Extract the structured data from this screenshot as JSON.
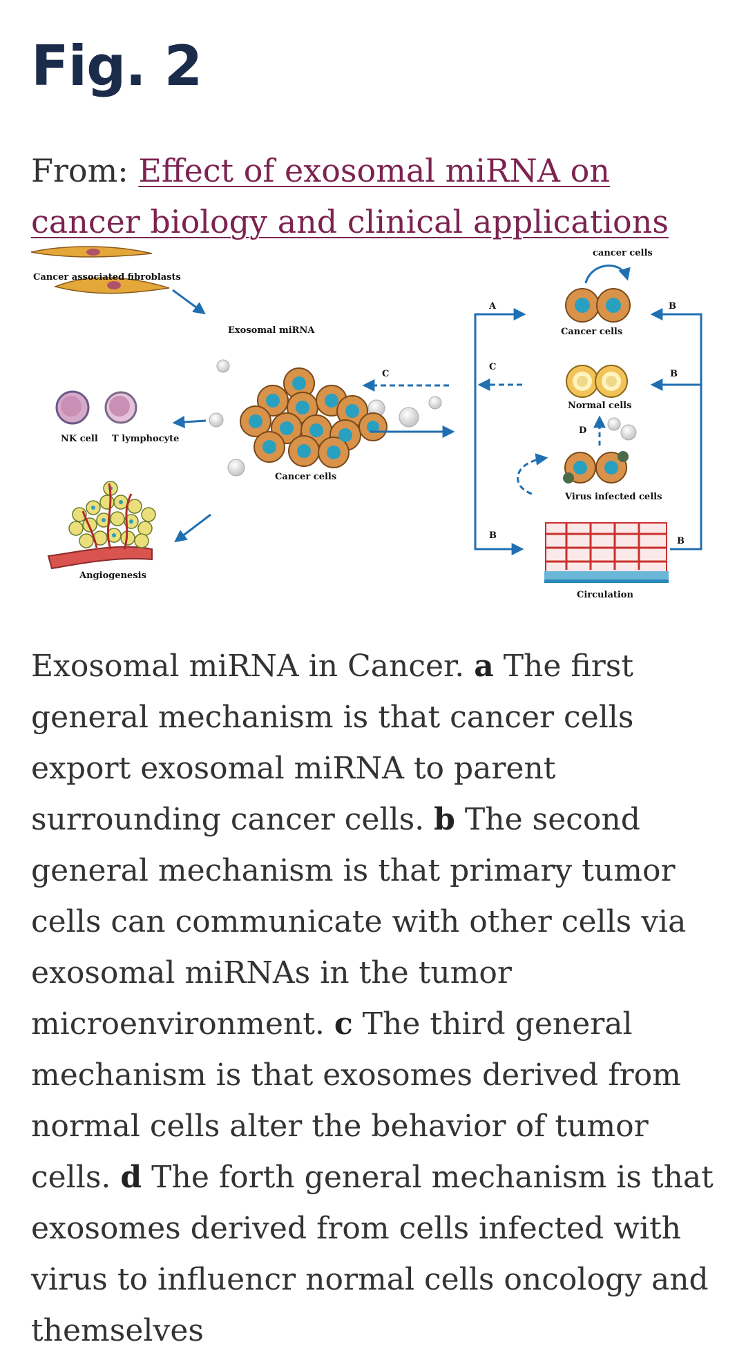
{
  "header": {
    "fig_label": "Fig. 2",
    "from_prefix": "From: ",
    "article_link": "Effect of exosomal miRNA on cancer biology and clinical applications"
  },
  "figure": {
    "labels": {
      "caf": "Cancer associated fibroblasts",
      "exosomal_mirna": "Exosomal miRNA",
      "nk_cell": "NK cell",
      "t_lymphocyte": "T lymphocyte",
      "cancer_cells_center": "Cancer cells",
      "angiogenesis": "Angiogenesis",
      "cancer_cells_top": "cancer cells",
      "cancer_cells_right": "Cancer cells",
      "normal_cells": "Normal cells",
      "virus_infected_cells": "Virus infected cells",
      "circulation": "Circulation"
    },
    "letters": {
      "a": "A",
      "b1": "B",
      "b2": "B",
      "b3": "B",
      "b4": "B",
      "c1": "C",
      "c2": "C",
      "d": "D"
    },
    "colors": {
      "arrow": "#1f6fb2",
      "cell_body": "#d9924a",
      "nucleus": "#2aa0c0",
      "normal_cell": "#f3c35a",
      "vessel": "#c9302c",
      "lymphocyte": "#c98fb4"
    }
  },
  "caption": {
    "intro": "Exosomal miRNA in Cancer. ",
    "a_label": "a",
    "a_text": " The first general mechanism is that cancer cells export exosomal miRNA to parent surrounding cancer cells. ",
    "b_label": "b",
    "b_text": " The second general mechanism is that primary tumor cells can communicate with other cells via exosomal miRNAs in the tumor microenvironment. ",
    "c_label": "c",
    "c_text": " The third general mechanism is that exosomes derived from normal cells alter the behavior of tumor cells. ",
    "d_label": "d",
    "d_text": " The forth general mechanism is that exosomes derived from cells infected with virus to influencr normal cells oncology and themselves"
  }
}
